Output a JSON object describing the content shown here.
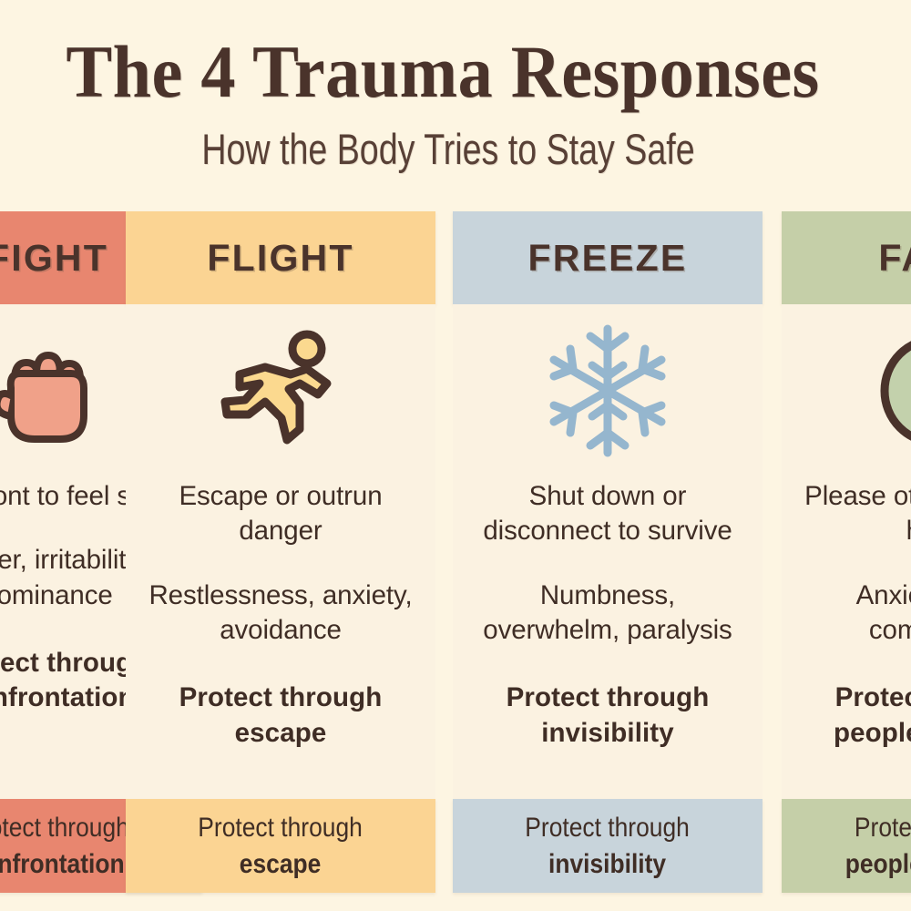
{
  "header": {
    "title": "The 4 Trauma Responses",
    "subtitle": "How the Body Tries to Stay Safe"
  },
  "colors": {
    "page_background": "#FDF5E2",
    "card_background": "#FBF2E1",
    "text": "#3F2D25",
    "fight": "#E8866F",
    "flight": "#FBD493",
    "freeze": "#C8D4DB",
    "fawn": "#C5CFA8",
    "icon_outline": "#4A332B"
  },
  "columns": [
    {
      "id": "fight",
      "label": "FIGHT",
      "header_color": "#E8866F",
      "icon": "fist-icon",
      "icon_fill": "#F0A189",
      "description": "Confront to feel safe",
      "symptoms": "Anger, irritability, dominance",
      "purpose": "Protect through confrontation",
      "footer_prefix": "Protect through",
      "footer_bold": "confrontation"
    },
    {
      "id": "flight",
      "label": "FLIGHT",
      "header_color": "#FBD493",
      "icon": "running-person-icon",
      "icon_fill": "#FBD98F",
      "description": "Escape or outrun danger",
      "symptoms": "Restlessness, anxiety, avoidance",
      "purpose": "Protect through escape",
      "footer_prefix": "Protect through",
      "footer_bold": "escape"
    },
    {
      "id": "freeze",
      "label": "FREEZE",
      "header_color": "#C8D4DB",
      "icon": "snowflake-icon",
      "icon_fill": "#95B6CE",
      "description": "Shut down or disconnect to survive",
      "symptoms": "Numbness, overwhelm, paralysis",
      "purpose": "Protect through invisibility",
      "footer_prefix": "Protect through",
      "footer_bold": "invisibility"
    },
    {
      "id": "fawn",
      "label": "FAWN",
      "header_color": "#C5CFA8",
      "icon": "pleasing-face-icon",
      "icon_fill": "#C3D1AC",
      "description": "Please others to avoid harm",
      "symptoms": "Anxiety, over-compliance",
      "purpose": "Protect through people-pleasing",
      "footer_prefix": "Protect through",
      "footer_bold": "people-pleasing"
    }
  ]
}
